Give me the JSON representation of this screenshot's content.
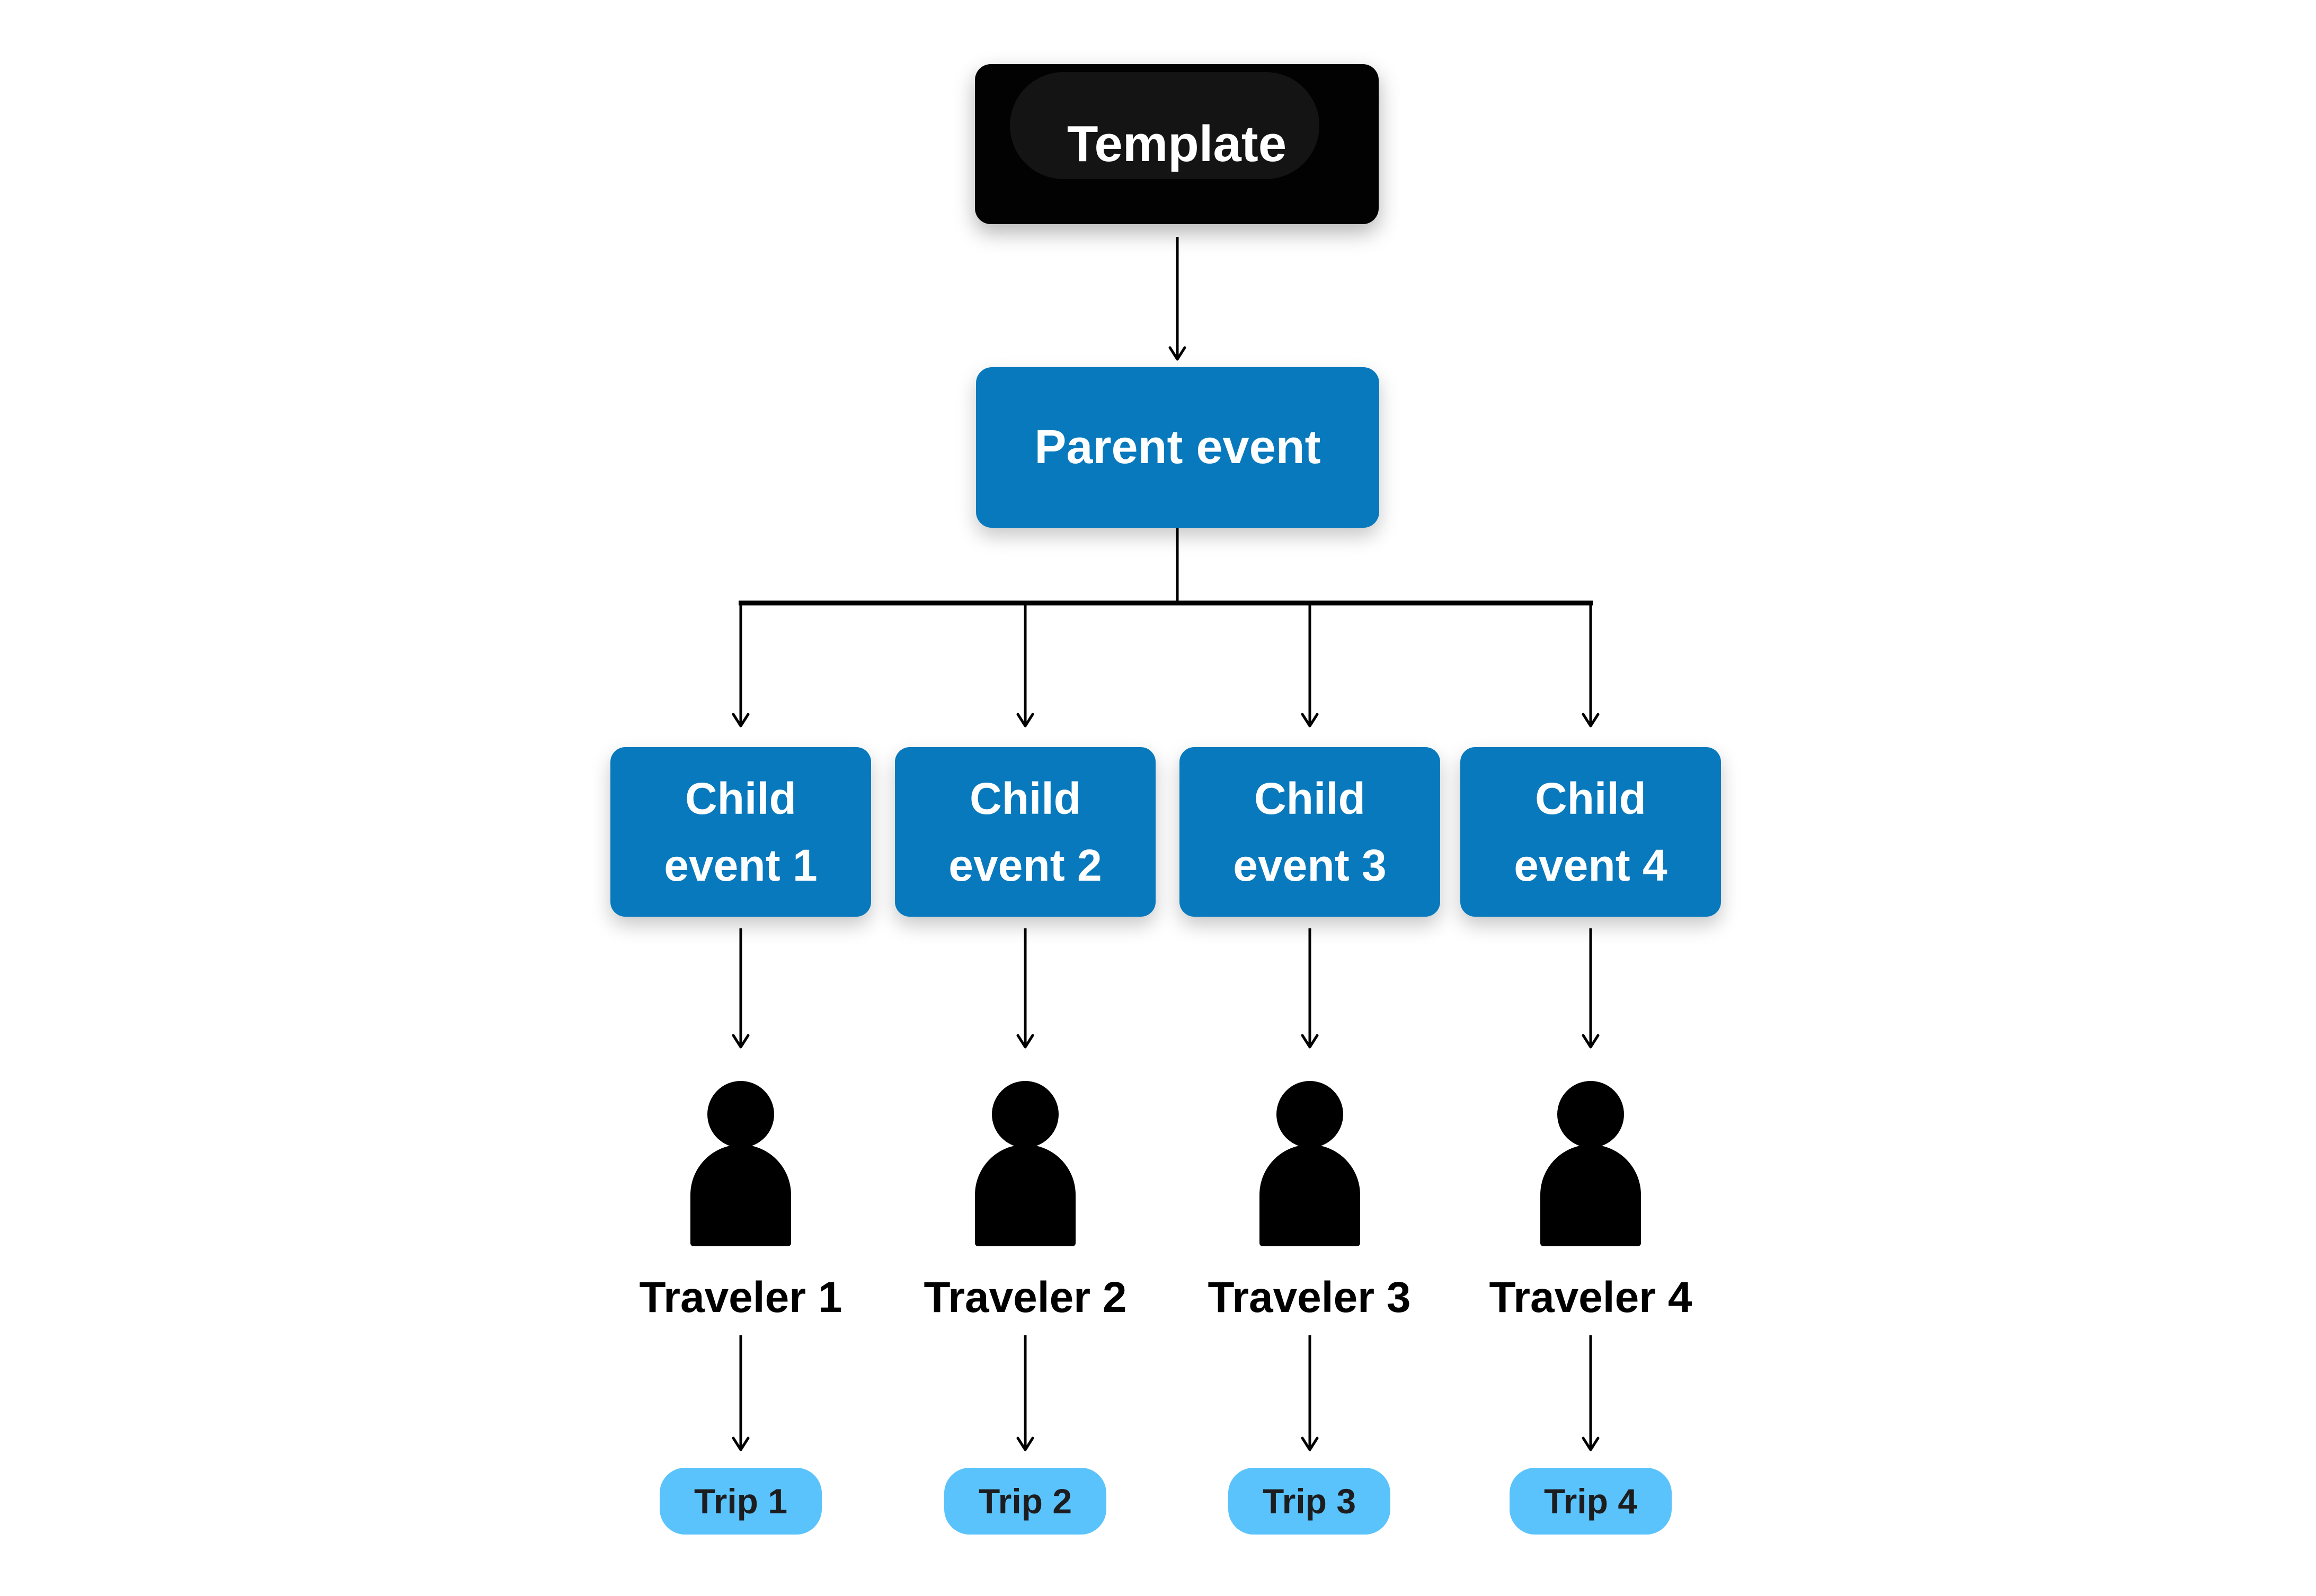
{
  "colors": {
    "canvas-bg": "#ffffff",
    "node-black": "#020202",
    "node-blue": "#0879bd",
    "trip-blue": "#5ac3fc",
    "node-text": "#ffffff",
    "label-text": "#000000",
    "trip-text": "#1d1d1f",
    "arrow": "#000000"
  },
  "nodes": {
    "template": "Template",
    "parent": "Parent event",
    "children": [
      "Child event 1",
      "Child event 2",
      "Child event 3",
      "Child event 4"
    ],
    "travelers": [
      "Traveler 1",
      "Traveler 2",
      "Traveler 3",
      "Traveler 4"
    ],
    "trips": [
      "Trip 1",
      "Trip 2",
      "Trip 3",
      "Trip 4"
    ]
  }
}
